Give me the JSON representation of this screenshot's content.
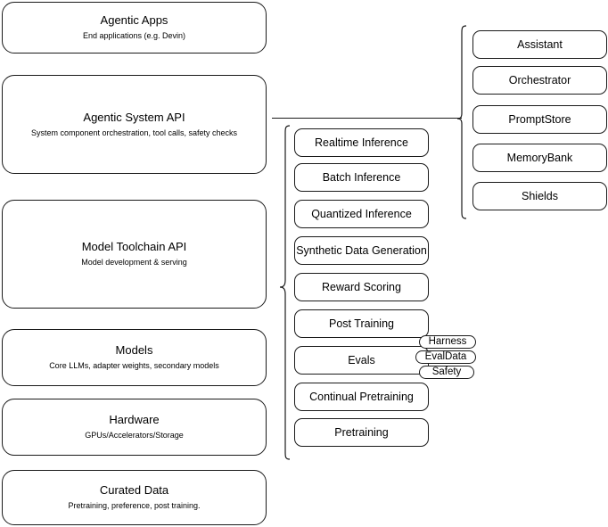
{
  "diagram": {
    "type": "layered-architecture-diagram",
    "background_color": "#ffffff",
    "stroke_color": "#1a1a1a",
    "stack": {
      "name": "platform-layers",
      "layers": [
        {
          "id": "agentic-apps",
          "title": "Agentic Apps",
          "subtitle": "End applications (e.g. Devin)"
        },
        {
          "id": "agentic-system-api",
          "title": "Agentic System API",
          "subtitle": "System component orchestration, tool calls, safety checks"
        },
        {
          "id": "model-toolchain-api",
          "title": "Model Toolchain API",
          "subtitle": "Model development & serving"
        },
        {
          "id": "models",
          "title": "Models",
          "subtitle": "Core LLMs, adapter weights, secondary models"
        },
        {
          "id": "hardware",
          "title": "Hardware",
          "subtitle": "GPUs/Accelerators/Storage"
        },
        {
          "id": "curated-data",
          "title": "Curated Data",
          "subtitle": "Pretraining, preference, post training."
        }
      ]
    },
    "agentic_components": {
      "name": "agentic-system-api-components",
      "source_layer": "agentic-system-api",
      "items": [
        {
          "id": "assistant",
          "label": "Assistant"
        },
        {
          "id": "orchestrator",
          "label": "Orchestrator"
        },
        {
          "id": "promptstore",
          "label": "PromptStore"
        },
        {
          "id": "memorybank",
          "label": "MemoryBank"
        },
        {
          "id": "shields",
          "label": "Shields"
        }
      ]
    },
    "toolchain_components": {
      "name": "model-toolchain-api-components",
      "source_layer": "model-toolchain-api",
      "items": [
        {
          "id": "realtime-inference",
          "label": "Realtime Inference"
        },
        {
          "id": "batch-inference",
          "label": "Batch Inference"
        },
        {
          "id": "quantized-inference",
          "label": "Quantized Inference"
        },
        {
          "id": "synthetic-data-generation",
          "label": "Synthetic Data Generation"
        },
        {
          "id": "reward-scoring",
          "label": "Reward Scoring"
        },
        {
          "id": "post-training",
          "label": "Post Training"
        },
        {
          "id": "evals",
          "label": "Evals"
        },
        {
          "id": "continual-pretraining",
          "label": "Continual Pretraining"
        },
        {
          "id": "pretraining",
          "label": "Pretraining"
        }
      ]
    },
    "evals_subcomponents": {
      "name": "evals-subcomponents",
      "parent": "evals",
      "items": [
        {
          "id": "harness",
          "label": "Harness"
        },
        {
          "id": "evaldata",
          "label": "EvalData"
        },
        {
          "id": "safety",
          "label": "Safety"
        }
      ]
    }
  }
}
